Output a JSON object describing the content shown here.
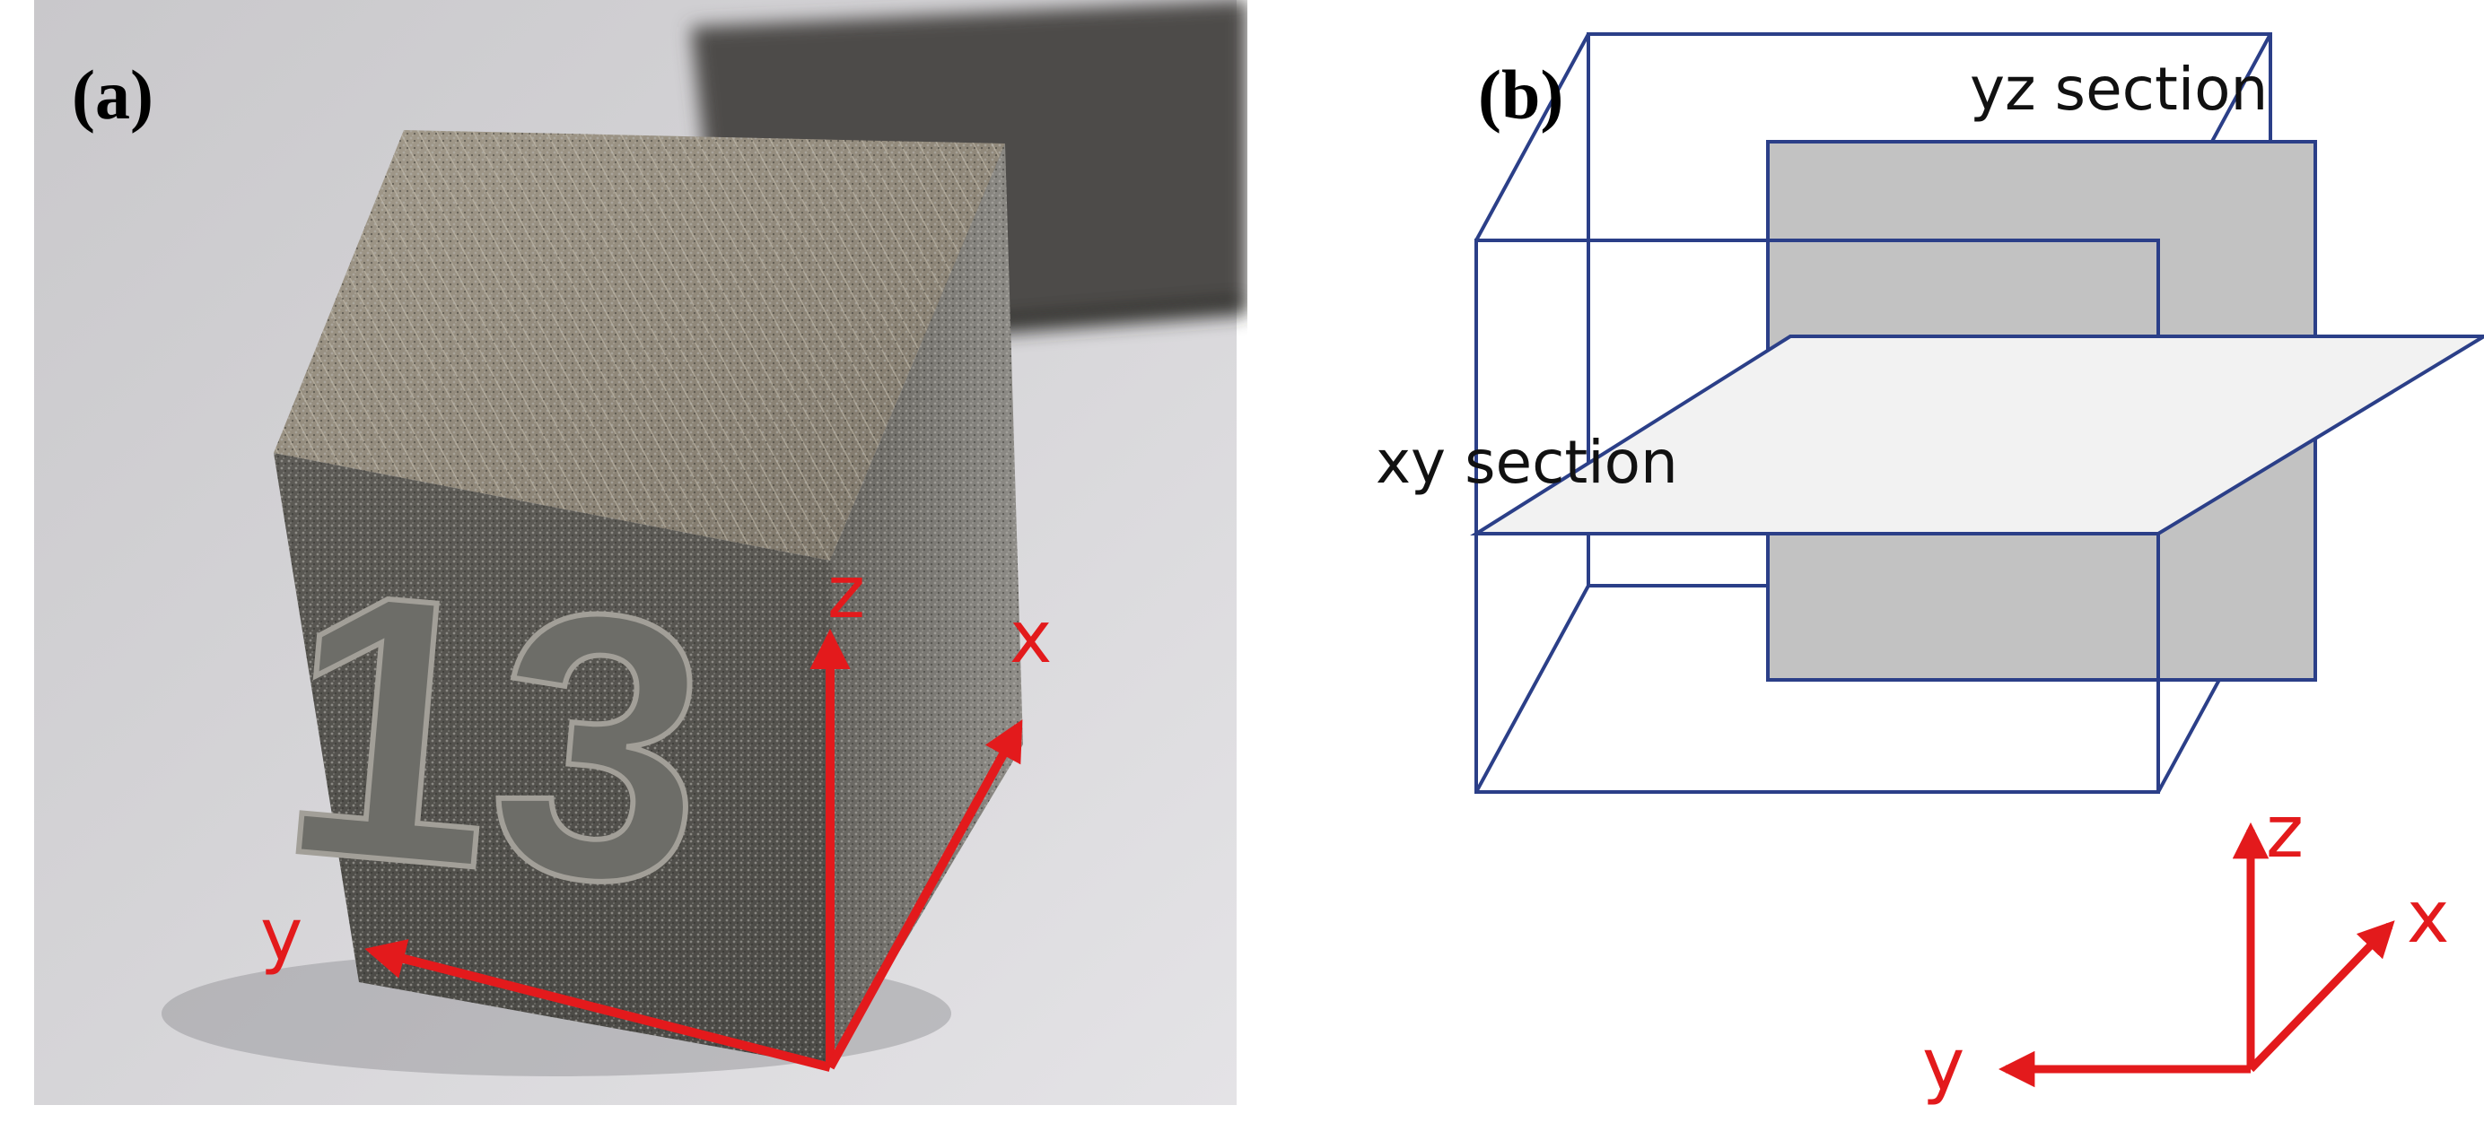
{
  "panels": {
    "a": {
      "label": "(a)",
      "part_number": "13",
      "axes": {
        "z": "z",
        "x": "x",
        "y": "y"
      }
    },
    "b": {
      "label": "(b)",
      "yz_section": "yz section",
      "xy_section": "xy section",
      "axes": {
        "z": "z",
        "x": "x",
        "y": "y"
      }
    }
  },
  "colors": {
    "axis_red": "#e31a1c",
    "box_outline": "#2b3f88",
    "yz_plane": "#c2c2c2",
    "xy_plane": "#f2f2f2",
    "metal": "#7a7872"
  }
}
